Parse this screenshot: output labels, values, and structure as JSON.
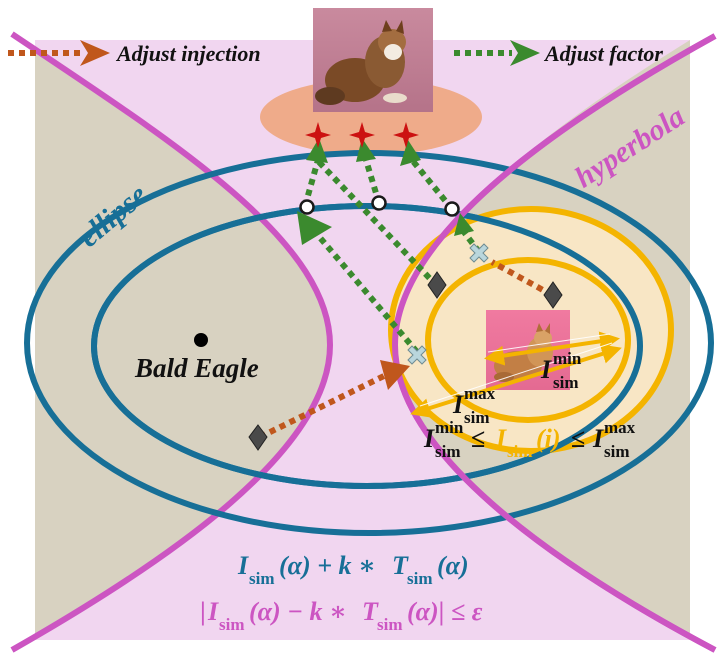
{
  "legend": {
    "injection_label": "Adjust injection",
    "factor_label": "Adjust factor"
  },
  "curves": {
    "ellipse_label": "ellipse",
    "hyperbola_label": "hyperbola"
  },
  "concept": {
    "eagle_label": "Bald Eagle"
  },
  "ring_labels": {
    "min_I": "I",
    "min_sub": "sim",
    "min_sup": "min",
    "max_I": "I",
    "max_sub": "sim",
    "max_sup": "max"
  },
  "inequality": {
    "lhs_I": "I",
    "lhs_sub": "sim",
    "lhs_sup": "min",
    "leq1": "≤",
    "mid_I": "I",
    "mid_sub": "sim",
    "mid_arg": "(i)",
    "leq2": "≤",
    "rhs_I": "I",
    "rhs_sub": "sim",
    "rhs_sup": "max"
  },
  "formula_ellipse": {
    "I": "I",
    "sub1": "sim",
    "arg1": "(α) + k ∗ ",
    "T": "T",
    "sub2": "sim",
    "arg2": "(α)"
  },
  "formula_hyperbola": {
    "open": "|",
    "I": "I",
    "sub1": "sim",
    "arg1": "(α) − k ∗ ",
    "T": "T",
    "sub2": "sim",
    "arg2": "(α)| ≤ ε"
  },
  "colors": {
    "ellipse_blue": "#176f97",
    "hyperbola_magenta": "#cc55c2",
    "ring_gold": "#f4b400",
    "injection_brown": "#c0571c",
    "factor_green": "#3b8a2e",
    "star_red": "#cc1111",
    "region_tan": "#d8d2c1",
    "region_pink": "#f1d6f0",
    "top_orange": "#efab8a"
  },
  "icons": [
    "cat-image-icon",
    "cat-image-small-icon",
    "star-marker-icon",
    "diamond-marker-icon",
    "cross-marker-icon",
    "circle-marker-icon"
  ]
}
